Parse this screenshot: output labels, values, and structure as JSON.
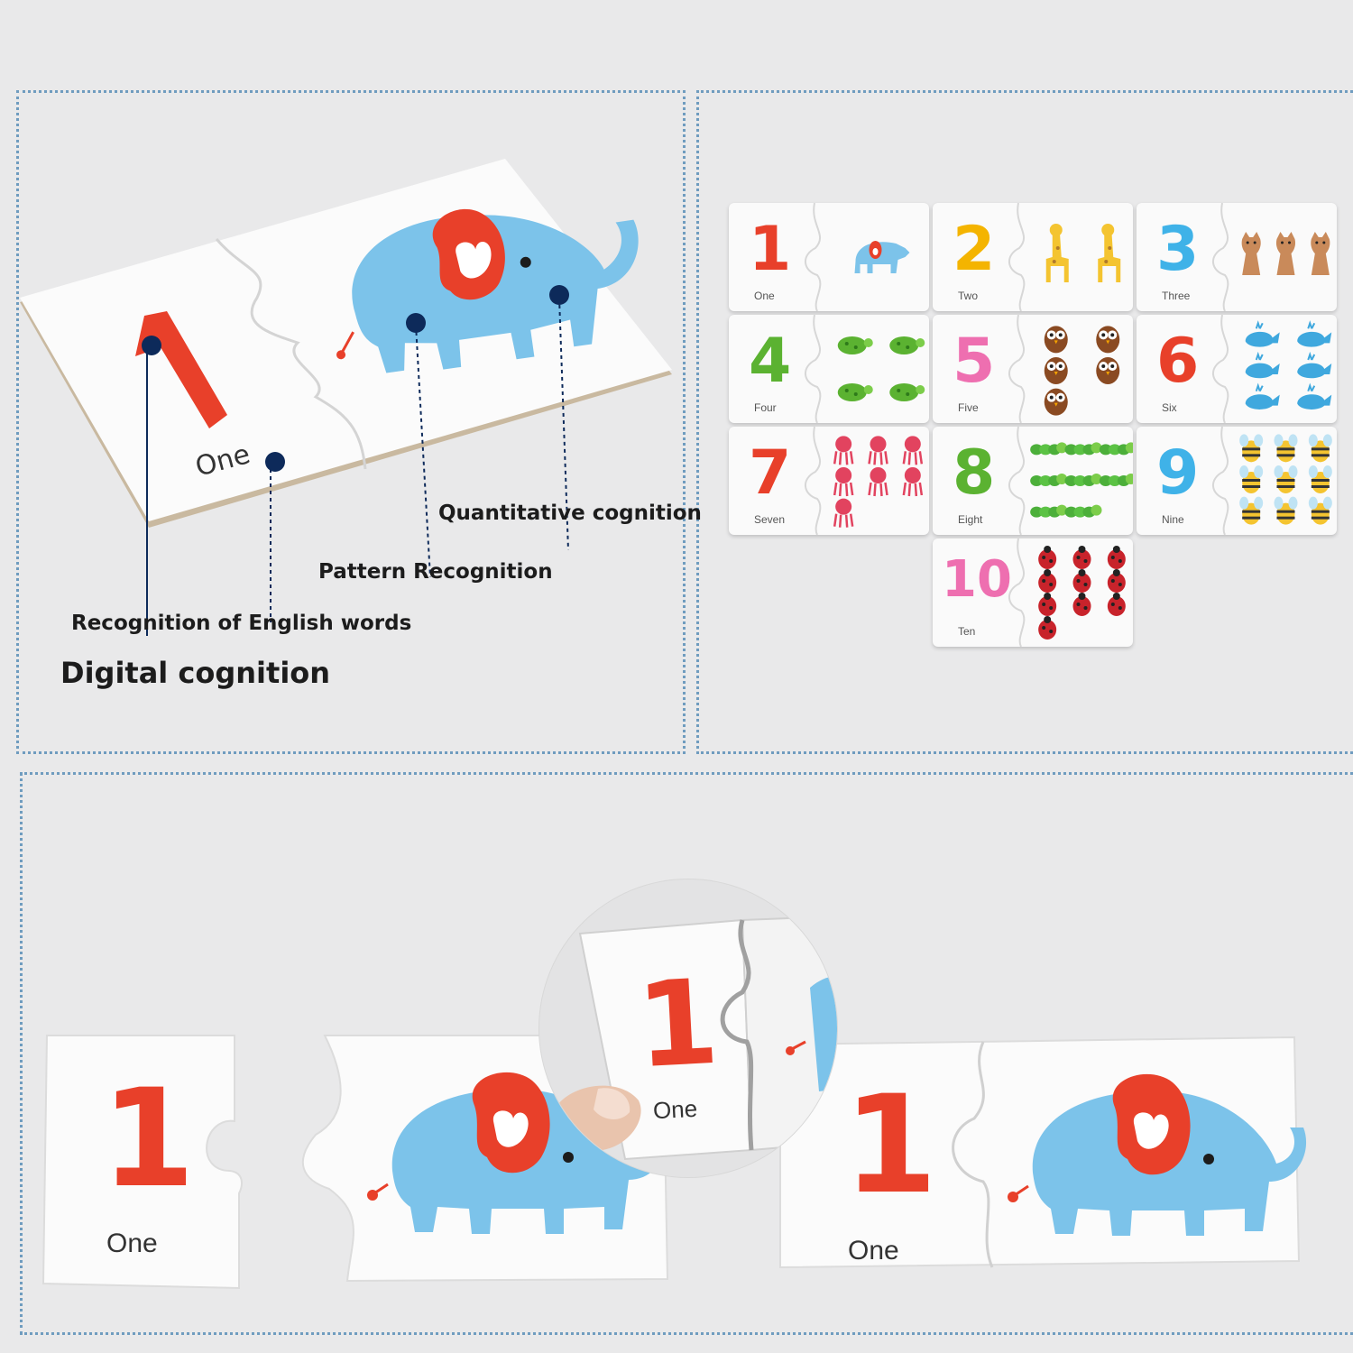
{
  "annotations": {
    "quantitative": "Quantitative cognition",
    "pattern": "Pattern Recognition",
    "english": "Recognition of English words",
    "digital": "Digital cognition"
  },
  "hero_card": {
    "number": "1",
    "word": "One"
  },
  "grid_cards": [
    {
      "number": "1",
      "word": "One",
      "color": "#e8402a",
      "animal": "elephant"
    },
    {
      "number": "2",
      "word": "Two",
      "color": "#f4b400",
      "animal": "giraffe"
    },
    {
      "number": "3",
      "word": "Three",
      "color": "#3fb2e8",
      "animal": "cat"
    },
    {
      "number": "4",
      "word": "Four",
      "color": "#5bb231",
      "animal": "turtle"
    },
    {
      "number": "5",
      "word": "Five",
      "color": "#ee6fb0",
      "animal": "owl"
    },
    {
      "number": "6",
      "word": "Six",
      "color": "#e8402a",
      "animal": "whale"
    },
    {
      "number": "7",
      "word": "Seven",
      "color": "#e8402a",
      "animal": "octopus"
    },
    {
      "number": "8",
      "word": "Eight",
      "color": "#5bb231",
      "animal": "caterpillar"
    },
    {
      "number": "9",
      "word": "Nine",
      "color": "#3fb2e8",
      "animal": "bee"
    },
    {
      "number": "10",
      "word": "Ten",
      "color": "#ee6fb0",
      "animal": "ladybug"
    }
  ],
  "bottom": {
    "left_number": "1",
    "left_word": "One",
    "zoom_number": "1",
    "zoom_word": "One",
    "right_number": "1",
    "right_word": "One"
  },
  "colors": {
    "accent_red": "#e8402a",
    "elephant_blue": "#7cc3ea",
    "panel_border": "#6f9cbf",
    "dot": "#0d2a5a"
  }
}
